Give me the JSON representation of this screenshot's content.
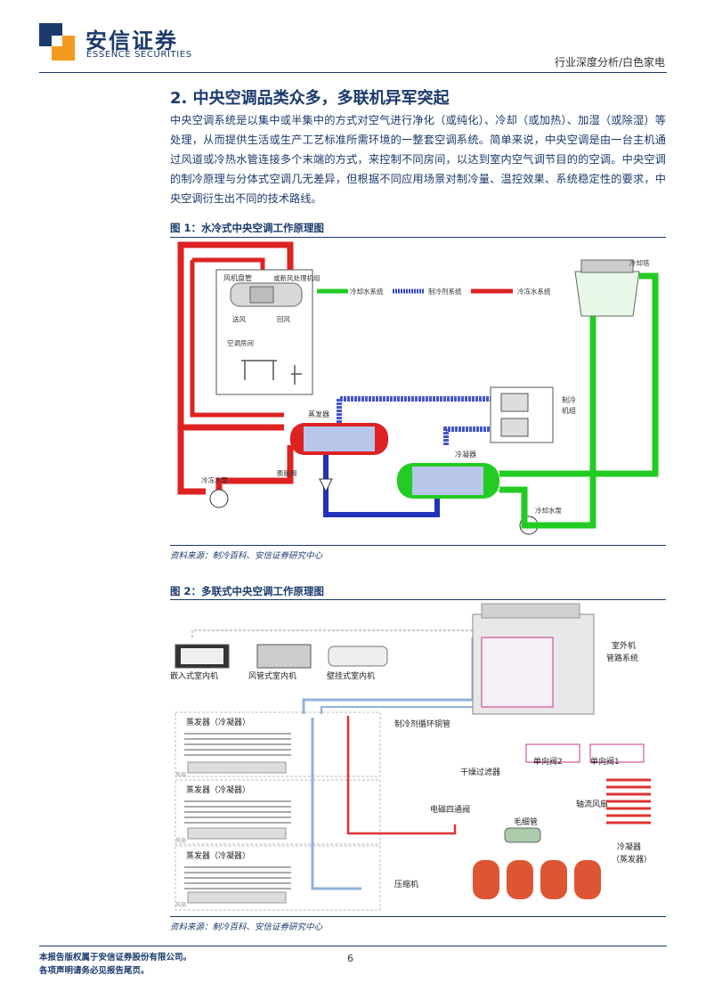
{
  "header": {
    "company_cn": "安信证券",
    "company_en": "ESSENCE SECURITIES",
    "report_type": "行业深度分析/白色家电"
  },
  "section": {
    "title": "2. 中央空调品类众多，多联机异军突起",
    "paragraph": "中央空调系统是以集中或半集中的方式对空气进行净化（或纯化）、冷却（或加热）、加湿（或除湿）等处理，从而提供生活或生产工艺标准所需环境的一整套空调系统。简单来说，中央空调是由一台主机通过风道或冷热水管连接多个末端的方式，来控制不同房间，以达到室内空气调节目的的空调。中央空调的制冷原理与分体式空调几无差异，但根据不同应用场景对制冷量、温控效果、系统稳定性的要求，中央空调衍生出不同的技术路线。"
  },
  "figure1": {
    "title": "图 1：水冷式中央空调工作原理图",
    "source": "资料来源：制冷百科、安信证券研究中心",
    "labels": {
      "fan_coil": "风机盘管",
      "fresh_air": "或新风处理机组",
      "supply_air": "送风",
      "return_air": "回风",
      "room": "空调房间",
      "evaporator": "蒸发器",
      "condenser": "冷凝器",
      "chiller": "制冷",
      "chiller2": "机组",
      "cooling_tower": "冷却塔",
      "chilled_pump": "冷冻水泵",
      "cooling_pump": "冷却水泵",
      "expansion_valve": "膨胀阀"
    },
    "legend": [
      {
        "label": "冷却水系统",
        "color": "#22cc22"
      },
      {
        "label": "制冷剂系统",
        "color": "#3344cc"
      },
      {
        "label": "冷冻水系统",
        "color": "#dd2222"
      }
    ]
  },
  "figure2": {
    "title": "图 2：多联式中央空调工作原理图",
    "source": "资料来源：制冷百科、安信证券研究中心",
    "labels": {
      "indoor1": "嵌入式室内机",
      "indoor2": "风管式室内机",
      "indoor3": "壁挂式室内机",
      "evap1": "蒸发器（冷凝器）",
      "evap2": "蒸发器（冷凝器）",
      "evap3": "蒸发器（冷凝器）",
      "wind": "风扇",
      "outdoor_pipe1": "室外机",
      "outdoor_pipe2": "管路系统",
      "copper": "制冷剂循环铜管",
      "filter": "干燥过滤器",
      "check2": "单向阀2",
      "check1": "单向阀1",
      "fan": "轴流风扇",
      "capillary": "毛细管",
      "four_way": "电磁四通阀",
      "condenser_a": "冷凝器",
      "condenser_b": "（蒸发器）",
      "compressor": "压缩机"
    }
  },
  "footer": {
    "line1": "本报告版权属于安信证券股份有限公司。",
    "line2": "各项声明请务必见报告尾页。",
    "page": "6"
  },
  "colors": {
    "brand_navy": "#1b3a6b",
    "logo_orange": "#f39a1e",
    "chilled_water": "#dd2222",
    "cooling_water": "#22cc22",
    "refrigerant": "#3344cc"
  }
}
